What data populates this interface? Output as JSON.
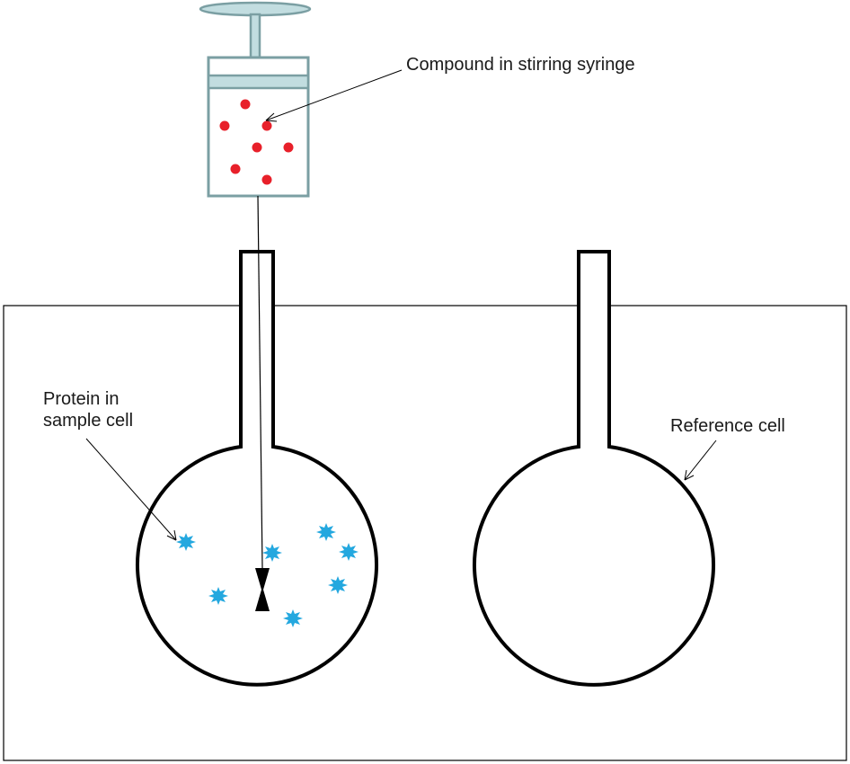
{
  "labels": {
    "compound": "Compound in stirring syringe",
    "protein_line1": "Protein in",
    "protein_line2": "sample cell",
    "reference": "Reference cell"
  },
  "colors": {
    "syringe_stroke": "#7b9fa3",
    "syringe_fill": "#c2dde0",
    "compound_dot": "#e8202a",
    "protein_star": "#24a8df",
    "outline": "#000000"
  }
}
